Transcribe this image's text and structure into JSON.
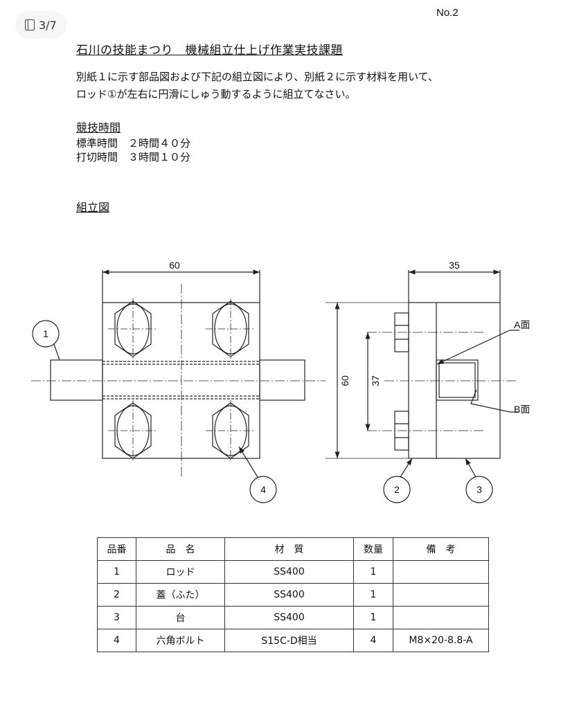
{
  "viewer": {
    "page_indicator": "3/7"
  },
  "doc": {
    "page_no": "No.2",
    "title": "石川の技能まつり　機械組立仕上げ作業実技課題",
    "instructions": [
      "別紙１に示す部品図および下記の組立図により、別紙２に示す材料を用いて、",
      "ロッド①が左右に円滑にしゅう動するように組立てなさい。"
    ],
    "time_heading": "競技時間",
    "standard_time": "標準時間　２時間４０分",
    "cutoff_time": "打切時間　３時間１０分",
    "assembly_heading": "組立図"
  },
  "drawing": {
    "dim_width": "60",
    "dim_depth": "35",
    "dim_height": "60",
    "dim_inner": "37",
    "balloons": [
      "1",
      "2",
      "3",
      "4"
    ],
    "face_a": "A面",
    "face_b": "B面"
  },
  "table": {
    "headers": [
      "品番",
      "品　名",
      "材　質",
      "数量",
      "備　考"
    ],
    "rows": [
      [
        "1",
        "ロッド",
        "SS400",
        "1",
        ""
      ],
      [
        "2",
        "蓋（ふた）",
        "SS400",
        "1",
        ""
      ],
      [
        "3",
        "台",
        "SS400",
        "1",
        ""
      ],
      [
        "4",
        "六角ボルト",
        "S15C-D相当",
        "4",
        "M8×20-8.8-A"
      ]
    ]
  }
}
